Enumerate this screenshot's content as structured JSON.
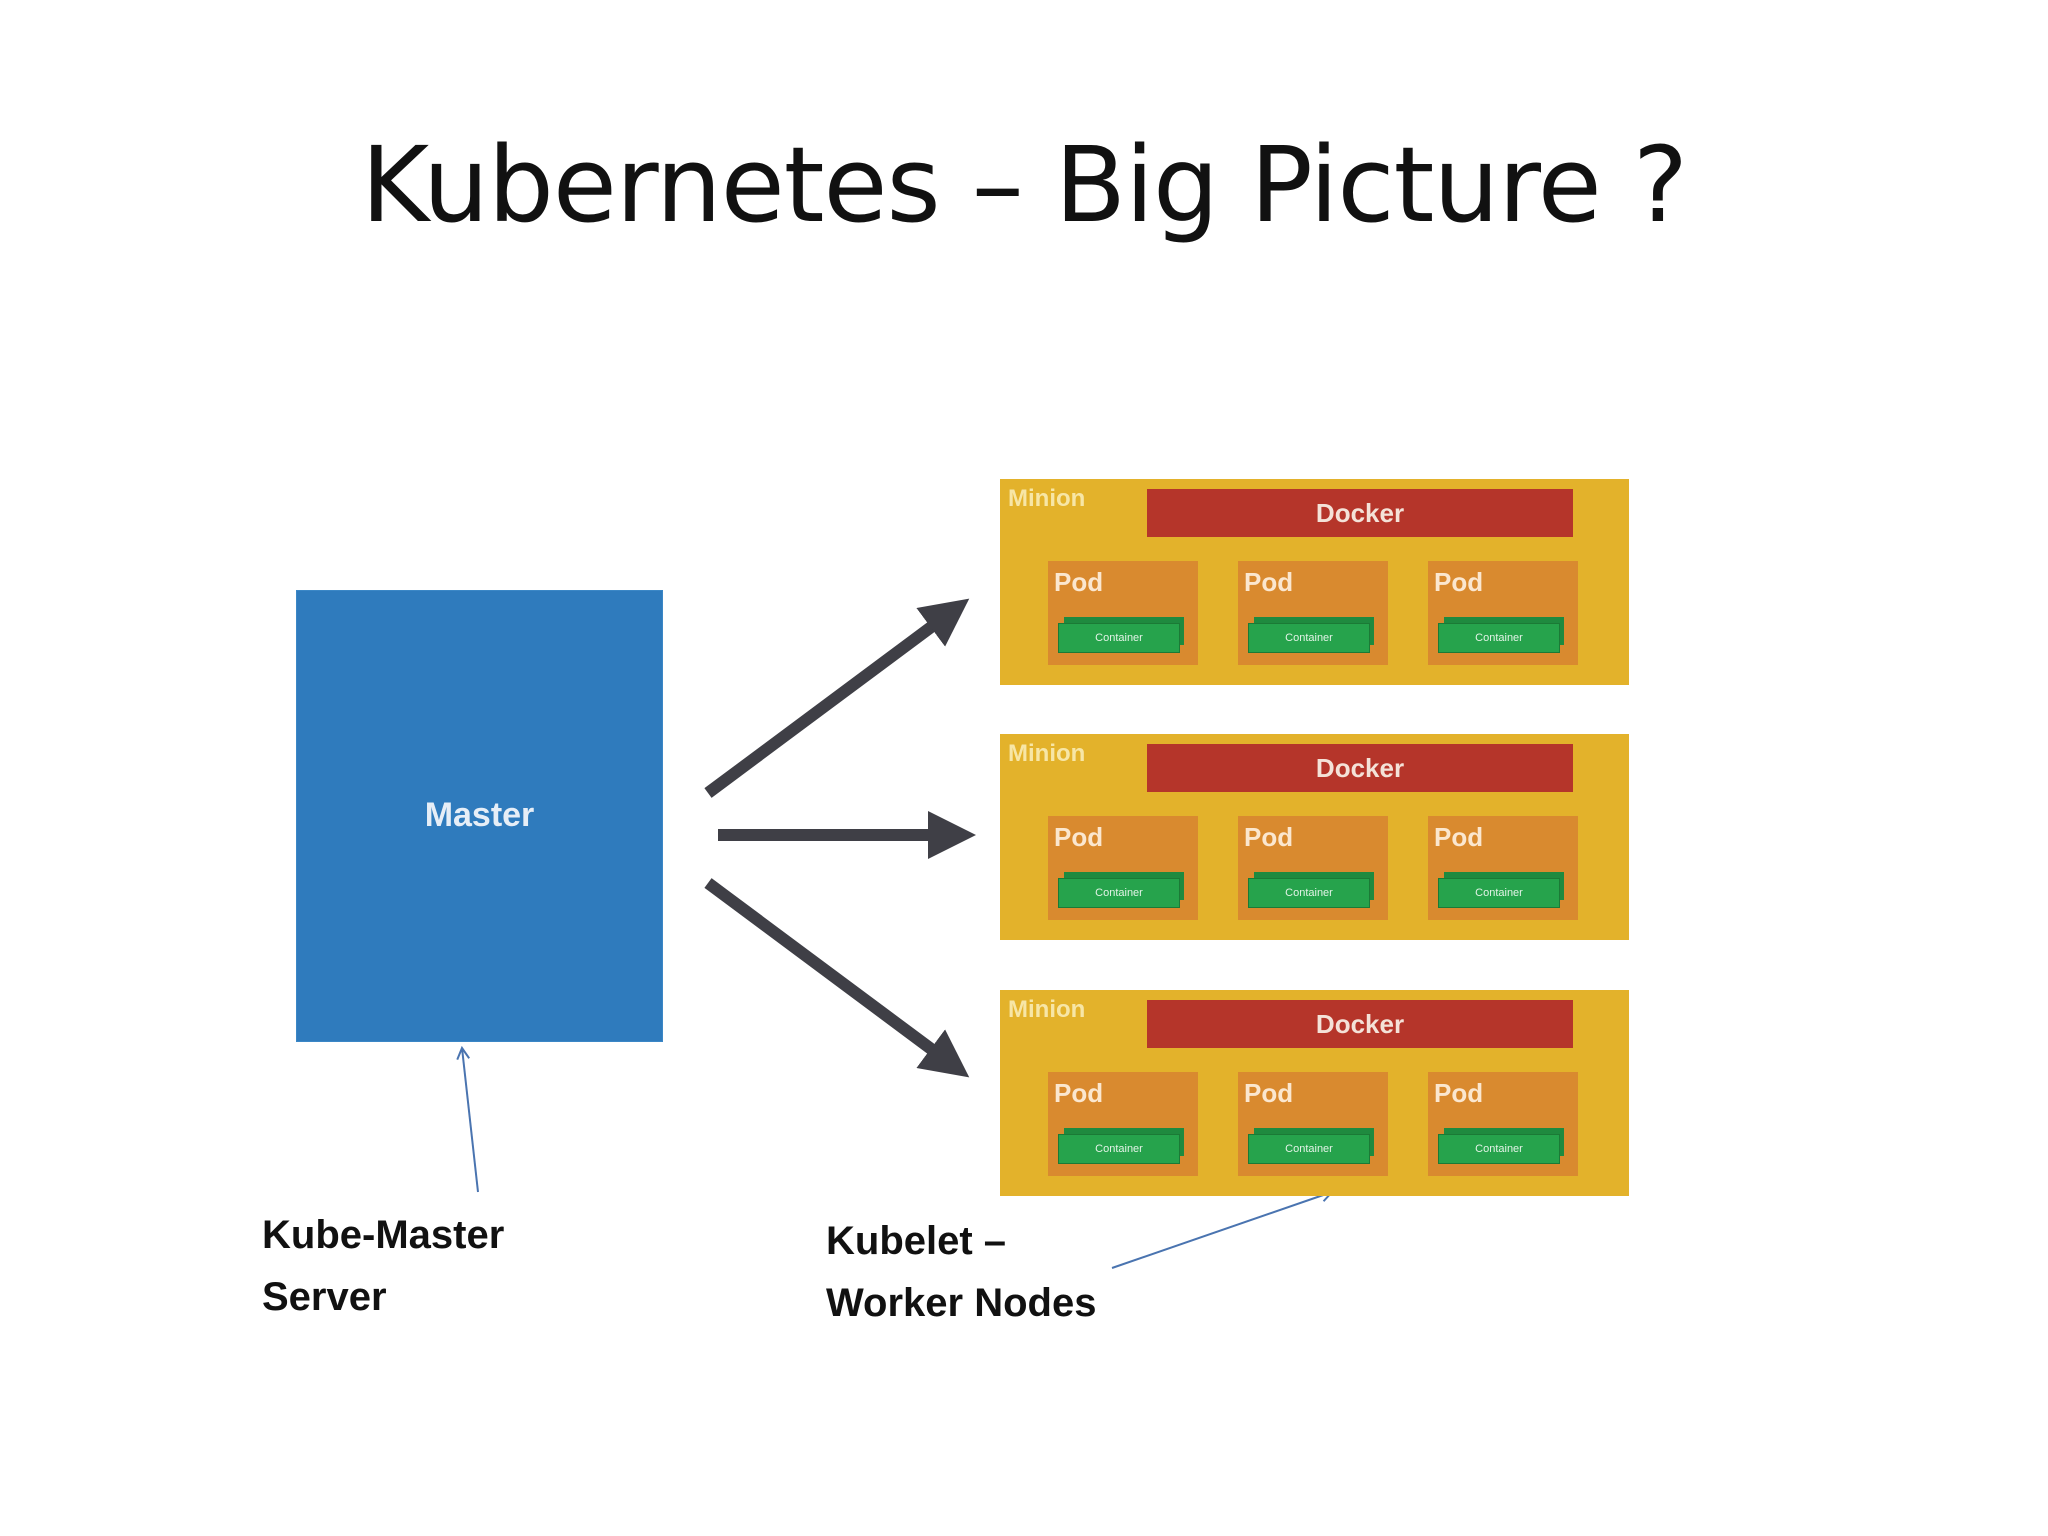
{
  "slide": {
    "title": "Kubernetes – Big Picture ?"
  },
  "diagram": {
    "master_label": "Master",
    "minions": [
      {
        "label": "Minion",
        "docker_label": "Docker",
        "pods": [
          {
            "label": "Pod",
            "container_label": "Container"
          },
          {
            "label": "Pod",
            "container_label": "Container"
          },
          {
            "label": "Pod",
            "container_label": "Container"
          }
        ]
      },
      {
        "label": "Minion",
        "docker_label": "Docker",
        "pods": [
          {
            "label": "Pod",
            "container_label": "Container"
          },
          {
            "label": "Pod",
            "container_label": "Container"
          },
          {
            "label": "Pod",
            "container_label": "Container"
          }
        ]
      },
      {
        "label": "Minion",
        "docker_label": "Docker",
        "pods": [
          {
            "label": "Pod",
            "container_label": "Container"
          },
          {
            "label": "Pod",
            "container_label": "Container"
          },
          {
            "label": "Pod",
            "container_label": "Container"
          }
        ]
      }
    ],
    "colors": {
      "master": "#2f7bbd",
      "minion": "#e3b22b",
      "docker": "#b5352a",
      "pod": "#d98a2f",
      "container": "#26a34c",
      "arrow": "#3f3f46",
      "callout": "#4a74b0"
    }
  },
  "captions": {
    "master_line1": "Kube-Master",
    "master_line2": "Server",
    "worker_line1": "Kubelet –",
    "worker_line2": "Worker Nodes"
  }
}
